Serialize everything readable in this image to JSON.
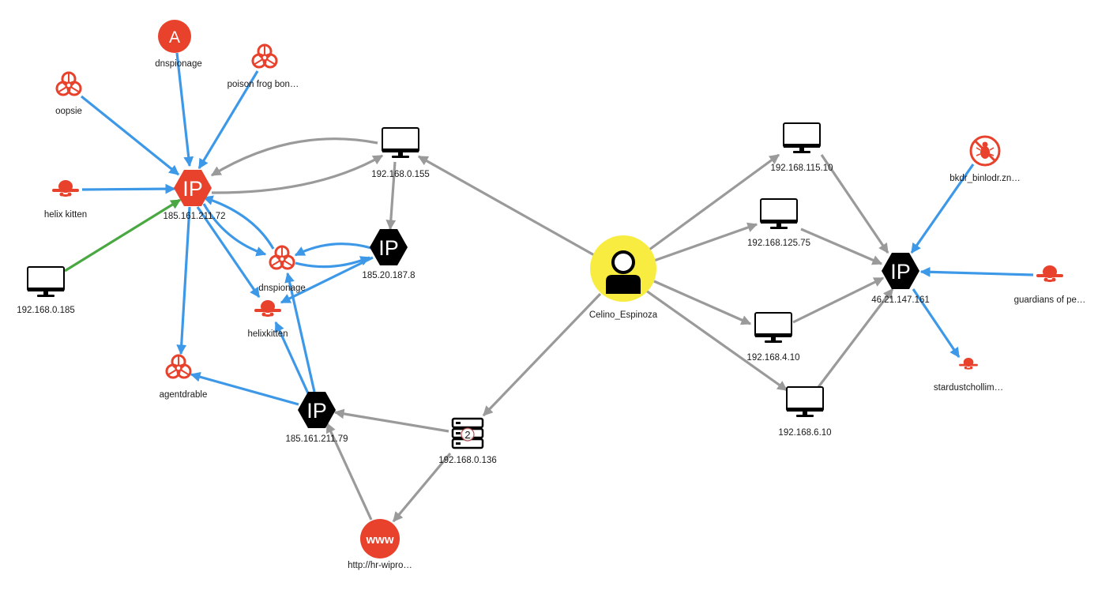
{
  "colors": {
    "grey_edge": "#9a9a9a",
    "blue_edge": "#3d99e8",
    "green_edge": "#4aa843",
    "threat_red": "#e8412c",
    "device_black": "#000000",
    "user_yellow": "#f7ec3f"
  },
  "nodes": {
    "ip_185_161_211_72": {
      "label": "185.161.211.72",
      "icon": "ip-hexagon-red"
    },
    "ip_185_161_211_79": {
      "label": "185.161.211.79",
      "icon": "ip-hexagon-black"
    },
    "ip_185_20_187_8": {
      "label": "185.20.187.8",
      "icon": "ip-hexagon-black"
    },
    "ip_46_21_147_161": {
      "label": "46.21.147.161",
      "icon": "ip-hexagon-black"
    },
    "pc_192_168_0_155": {
      "label": "192.168.0.155",
      "icon": "monitor-icon"
    },
    "pc_192_168_0_185": {
      "label": "192.168.0.185",
      "icon": "monitor-icon"
    },
    "pc_192_168_115_10": {
      "label": "192.168.115.10",
      "icon": "monitor-icon"
    },
    "pc_192_168_125_75": {
      "label": "192.168.125.75",
      "icon": "monitor-icon"
    },
    "pc_192_168_4_10": {
      "label": "192.168.4.10",
      "icon": "monitor-icon"
    },
    "pc_192_168_6_10": {
      "label": "192.168.6.10",
      "icon": "monitor-icon"
    },
    "server_192_168_0_136": {
      "label": "192.168.0.136",
      "icon": "server-icon",
      "badge": "2"
    },
    "user_celino": {
      "label": "Celino_Espinoza",
      "icon": "user-icon"
    },
    "url_hr_wipro": {
      "label": "http://hr-wipro…",
      "icon": "www-icon",
      "glyph": "www"
    },
    "actor_dnspionage_a": {
      "label": "dnspionage",
      "icon": "actor-a-icon",
      "glyph": "A"
    },
    "mal_oopsie": {
      "label": "oopsie",
      "icon": "biohazard-icon"
    },
    "mal_poison_frog": {
      "label": "poison frog bon…",
      "icon": "biohazard-icon"
    },
    "mal_dnspionage": {
      "label": "dnspionage",
      "icon": "biohazard-icon"
    },
    "mal_agentdrable": {
      "label": "agentdrable",
      "icon": "biohazard-icon"
    },
    "actor_helix_kitten": {
      "label": "helix kitten",
      "icon": "spy-icon"
    },
    "actor_helixkitten": {
      "label": "helixkitten",
      "icon": "spy-icon"
    },
    "actor_guardians": {
      "label": "guardians of pe…",
      "icon": "spy-icon"
    },
    "actor_stardust": {
      "label": "stardustchollim…",
      "icon": "spy-icon"
    },
    "tool_bkdr": {
      "label": "bkdr_binlodr.zn…",
      "icon": "bug-forbidden-icon"
    }
  }
}
